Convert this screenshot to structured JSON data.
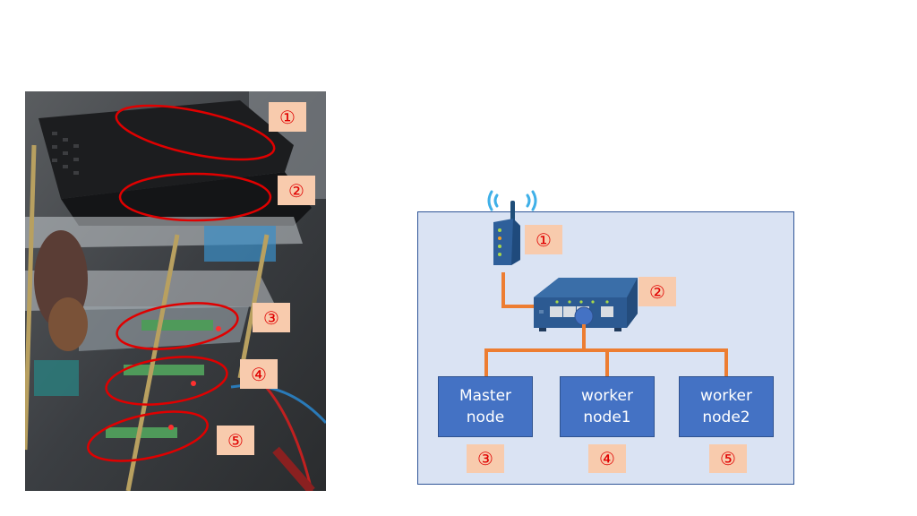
{
  "photo": {
    "description": "Photo of a stacked Raspberry Pi cluster with Wi-Fi router and network switch on top",
    "callouts": [
      "①",
      "②",
      "③",
      "④",
      "⑤"
    ]
  },
  "diagram": {
    "router": {
      "label": "①",
      "icon": "wifi-router-icon"
    },
    "switch": {
      "label": "②",
      "icon": "network-switch-icon"
    },
    "nodes": [
      {
        "line1": "Master",
        "line2": "node",
        "label": "③"
      },
      {
        "line1": "worker",
        "line2": "node1",
        "label": "④"
      },
      {
        "line1": "worker",
        "line2": "node2",
        "label": "⑤"
      }
    ]
  },
  "colors": {
    "callout_bg": "#f8cbad",
    "callout_text": "#e00000",
    "panel_bg": "#dae3f3",
    "panel_border": "#2f5597",
    "node_fill": "#4472c4",
    "wire": "#ed7d31",
    "highlight_ellipse": "#e00000"
  }
}
